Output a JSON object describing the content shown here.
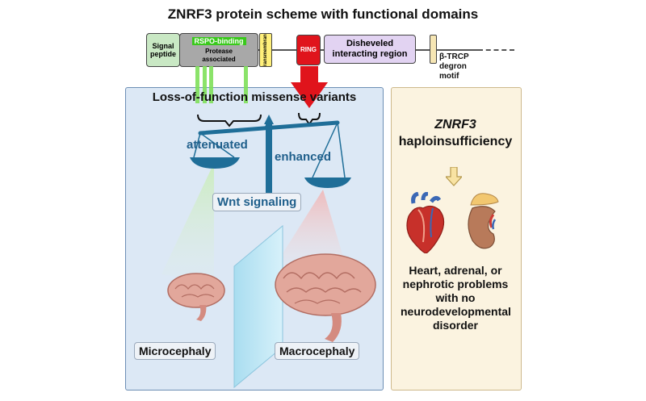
{
  "title": "ZNRF3 protein scheme with functional domains",
  "domains": {
    "signal": "Signal peptide",
    "rspo": "RSPO-binding",
    "protease": "Protease associated",
    "transmembrane": "Transmembrane",
    "ring": "RING",
    "disheveled": "Disheveled interacting region",
    "btrcp": "β-TRCP degron motif"
  },
  "left_panel": {
    "heading": "Loss-of-function missense variants",
    "attenuated": "attenuated",
    "enhanced": "enhanced",
    "wnt": "Wnt signaling",
    "micro": "Microcephaly",
    "macro": "Macrocephaly"
  },
  "right_panel": {
    "gene": "ZNRF3",
    "condition": "haploinsufficiency",
    "outcome": "Heart, adrenal, or nephrotic problems with no neurodevelopmental disorder"
  },
  "colors": {
    "green": "#7ee05a",
    "red": "#e0141c",
    "scale": "#1f6e98"
  }
}
